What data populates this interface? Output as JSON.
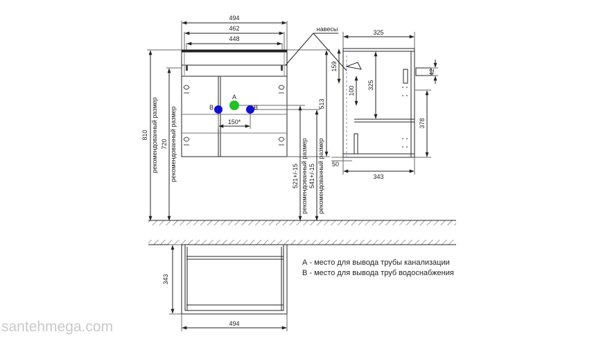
{
  "front": {
    "width_overall": "494",
    "width_inner": "462",
    "width_drawer": "448",
    "height_total": "810",
    "height_total_note": "рекомендованный размер",
    "height_top": "720",
    "height_top_note": "рекомендованный размер",
    "height_body": "513",
    "pipe_a_height": "521+/-15",
    "pipe_a_note": "рекомендованный размер",
    "pipe_b_height": "541+/-15",
    "pipe_b_note": "рекомендованный размер",
    "pipe_b_spacing": "150*",
    "hinges_label": "навесы",
    "pipe_a_letter": "A",
    "pipe_b_letter_left": "B",
    "pipe_b_letter_right": "B",
    "pipe_a_color": "#1fc21f",
    "pipe_b_color": "#1010d8"
  },
  "side": {
    "depth_top": "325",
    "depth_bottom": "343",
    "height_top": "159",
    "height_mid": "100",
    "height_shelf": "325",
    "height_right": "378",
    "bracket_depth": "42",
    "foot_offset": "50"
  },
  "plan": {
    "depth": "343",
    "width": "494"
  },
  "legend": {
    "a": "А - место для вывода трубы канализации",
    "b": "В - место для вывода труб водоснабжения"
  },
  "watermark": "santehmega.com"
}
